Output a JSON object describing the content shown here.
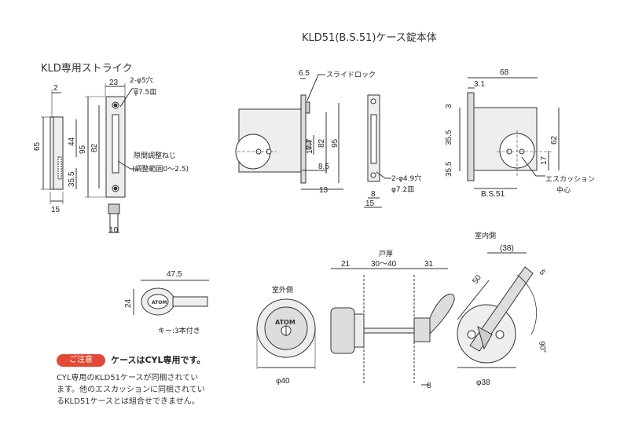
{
  "titles": {
    "strike": "KLD専用ストライク",
    "body": "KLD51(B.S.51)ケース錠本体"
  },
  "strike": {
    "dims": [
      "2",
      "23",
      "65",
      "44",
      "95",
      "82",
      "35.5",
      "15",
      "10"
    ],
    "hole_label": "2-φ5穴",
    "hole_sub": "φ7.5皿",
    "adjust_label": "隙間調整ねじ",
    "adjust_sub": "(調整範囲0～2.5)"
  },
  "body": {
    "dims": [
      "6.5",
      "17.7",
      "82",
      "95",
      "8.5",
      "13",
      "8",
      "15"
    ],
    "slide_lock": "スライドロック",
    "hole_label": "2-φ4.9穴",
    "hole_sub": "φ7.2皿"
  },
  "side": {
    "dims": [
      "68",
      "3.1",
      "3",
      "35.5",
      "62",
      "35.5",
      "17",
      "B.S.51"
    ],
    "esc_label": "エスカッション",
    "esc_sub": "中心"
  },
  "key": {
    "dims": [
      "47.5",
      "24"
    ],
    "brand": "ATOM",
    "caption": "キー:3本付き"
  },
  "cylinder": {
    "outside_label": "室外側",
    "brand": "ATOM",
    "dim": "φ40"
  },
  "door": {
    "dims": [
      "21",
      "30～40",
      "31",
      "8"
    ],
    "thickness_label": "戸厚"
  },
  "thumbturn": {
    "inside_label": "室内側",
    "dims": [
      "(38)",
      "5",
      "50",
      "90°",
      "φ38"
    ]
  },
  "notice": {
    "badge": "ご注意",
    "headline": "ケースはCYL専用です。",
    "lines": [
      "CYL専用のKLD51ケースが同梱されてい",
      "ます。他のエスカッションに同梱されてい",
      "るKLD51ケースとは組合せできません。"
    ]
  }
}
